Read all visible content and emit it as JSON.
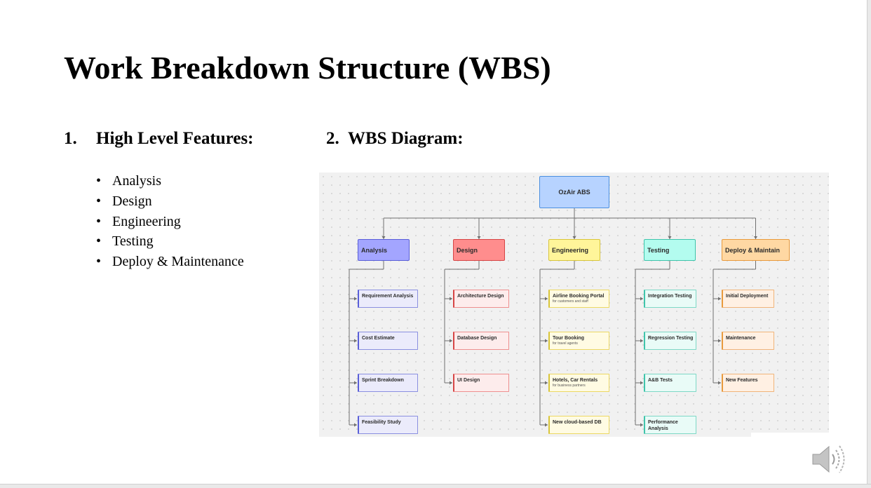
{
  "slide": {
    "title": "Work Breakdown Structure (WBS)",
    "left_heading": {
      "number": "1.",
      "text": "High Level Features:"
    },
    "right_heading": {
      "number": "2.",
      "text": "WBS Diagram:"
    },
    "bullet_char": "•",
    "features": [
      "Analysis",
      "Design",
      "Engineering",
      "Testing",
      "Deploy & Maintenance"
    ]
  },
  "diagram": {
    "root": "OzAir ABS",
    "categories": [
      {
        "name": "Analysis",
        "fill": "#a3a5ff",
        "stroke": "#5a5fd8",
        "leaf_fill": "#ebebfb",
        "leaf_stroke": "#8a8fe0",
        "items": [
          {
            "label": "Requirement Analysis",
            "sub": ""
          },
          {
            "label": "Cost Estimate",
            "sub": ""
          },
          {
            "label": "Sprint Breakdown",
            "sub": ""
          },
          {
            "label": "Feasibility Study",
            "sub": ""
          }
        ]
      },
      {
        "name": "Design",
        "fill": "#ff8d8d",
        "stroke": "#d64545",
        "leaf_fill": "#fdecec",
        "leaf_stroke": "#ee8f8f",
        "items": [
          {
            "label": "Architecture Design",
            "sub": ""
          },
          {
            "label": "Database Design",
            "sub": ""
          },
          {
            "label": "UI Design",
            "sub": ""
          }
        ]
      },
      {
        "name": "Engineering",
        "fill": "#fff59a",
        "stroke": "#d8c53a",
        "leaf_fill": "#fffbe3",
        "leaf_stroke": "#ecd862",
        "items": [
          {
            "label": "Airline Booking Portal",
            "sub": "for customers and staff"
          },
          {
            "label": "Tour Booking",
            "sub": "for travel agents"
          },
          {
            "label": "Hotels, Car Rentals",
            "sub": "for business partners"
          },
          {
            "label": "New cloud-based DB",
            "sub": ""
          }
        ]
      },
      {
        "name": "Testing",
        "fill": "#b3fcef",
        "stroke": "#3fc4ab",
        "leaf_fill": "#e9fbf7",
        "leaf_stroke": "#7ed8c6",
        "items": [
          {
            "label": "Integration Testing",
            "sub": ""
          },
          {
            "label": "Regression Testing",
            "sub": ""
          },
          {
            "label": "A&B Tests",
            "sub": ""
          },
          {
            "label": "Performance Analysis",
            "sub": ""
          }
        ]
      },
      {
        "name": "Deploy & Maintain",
        "fill": "#ffd8a3",
        "stroke": "#e89a3d",
        "leaf_fill": "#fff0e3",
        "leaf_stroke": "#f0b47a",
        "items": [
          {
            "label": "Initial Deployment",
            "sub": ""
          },
          {
            "label": "Maintenance",
            "sub": ""
          },
          {
            "label": "New Features",
            "sub": ""
          }
        ]
      }
    ]
  },
  "audio_icon": "speaker-icon"
}
